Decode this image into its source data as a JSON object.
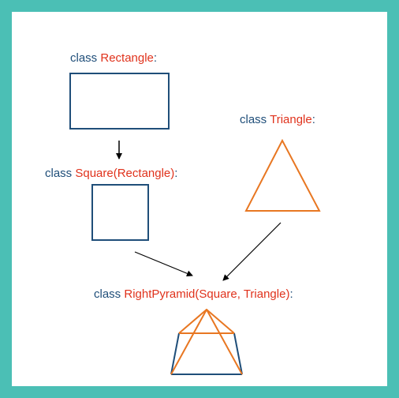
{
  "keyword": "class",
  "colon": ":",
  "classes": {
    "rectangle": {
      "name": "Rectangle"
    },
    "square": {
      "name": "Square(Rectangle)"
    },
    "triangle": {
      "name": "Triangle"
    },
    "right_pyramid": {
      "name": "RightPyramid(Square, Triangle)"
    }
  },
  "colors": {
    "border": "#4bbfb5",
    "keyword": "#1f4e79",
    "class_name": "#e0321c",
    "rect_shape": "#1f4e79",
    "triangle_shape": "#e87722",
    "arrow": "#000000"
  }
}
